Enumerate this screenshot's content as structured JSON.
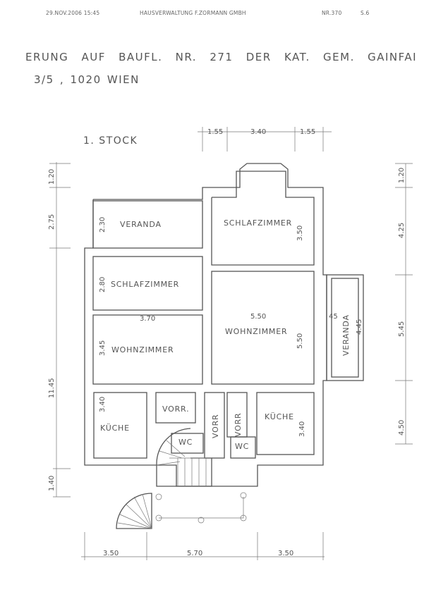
{
  "fax_header": {
    "datetime": "29.NOV.2006  15:45",
    "sender": "HAUSVERWALTUNG F.ZORMANN GMBH",
    "number": "NR.370",
    "page": "S.6"
  },
  "document": {
    "title_line1": "ERUNG  AUF  BAUFL. NR. 271  DER  KAT. GEM. GAINFAI",
    "title_line2": "3/5 , 1020 WIEN",
    "floor_label": "1. STOCK"
  },
  "rooms": {
    "veranda_left": "VERANDA",
    "schlafzimmer_left": "SCHLAFZIMMER",
    "wohnzimmer_left": "WOHNZIMMER",
    "schlafzimmer_right": "SCHLAFZIMMER",
    "wohnzimmer_right": "WOHNZIMMER",
    "veranda_right": "VERANDA",
    "kueche_left": "KÜCHE",
    "vorr_left": "VORR.",
    "vorr_mid1": "VORR",
    "vorr_mid2": "VORR",
    "kueche_right": "KÜCHE",
    "wc_left": "WC",
    "wc_right": "WC"
  },
  "dimensions": {
    "top": [
      "1.55",
      "3.40",
      "1.55"
    ],
    "left": [
      "1.20",
      "2.75",
      "11.45",
      "1.40"
    ],
    "right": [
      "1.20",
      "4.25",
      "5.45",
      "4.50"
    ],
    "bottom": [
      "3.50",
      "5.70",
      "3.50"
    ],
    "inner": {
      "veranda_left_depth": "2.30",
      "schlafzimmer_left_depth": "2.80",
      "wohnzimmer_left_depth": "3.45",
      "left_width": "3.70",
      "schlafzimmer_right_depth": "3.50",
      "wohnzimmer_right_width": "5.50",
      "wohnzimmer_right_depth": "5.50",
      "veranda_right_length": "4.45",
      "veranda_right_small": "45",
      "kueche_left_depth": "3.40",
      "kueche_right_depth": "3.40"
    }
  }
}
